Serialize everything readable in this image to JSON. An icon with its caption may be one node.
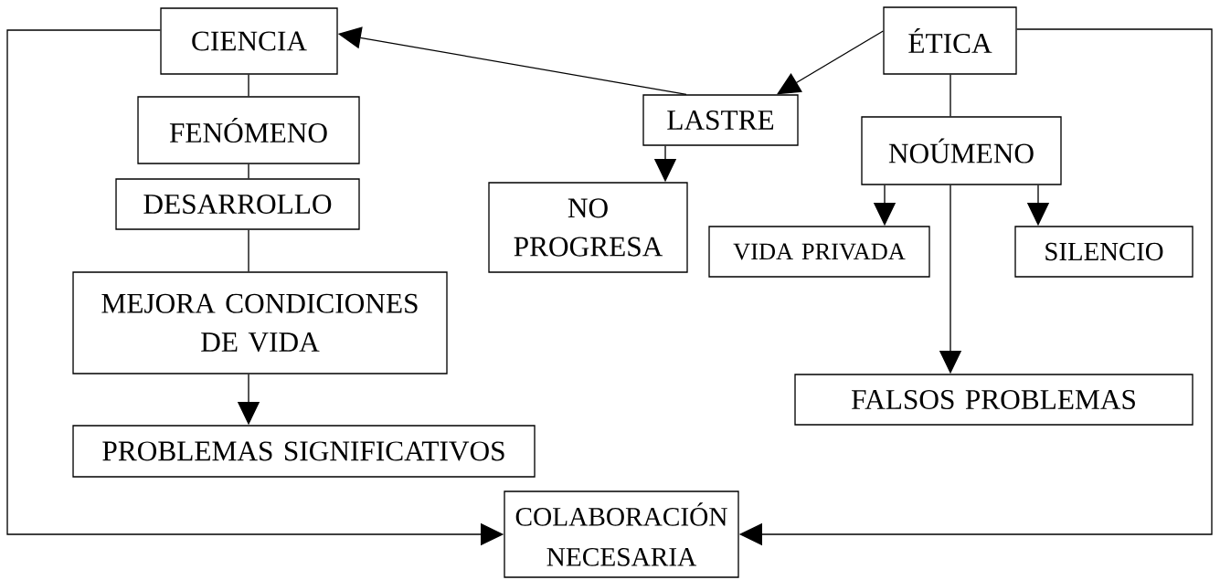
{
  "diagram": {
    "nodes": [
      {
        "text": [
          "CIENCIA"
        ]
      },
      {
        "text": [
          "ÉTICA"
        ]
      },
      {
        "text": [
          "FENÓMENO"
        ]
      },
      {
        "text": [
          "LASTRE"
        ]
      },
      {
        "text": [
          "NOÚMENO"
        ]
      },
      {
        "text": [
          "DESARROLLO"
        ]
      },
      {
        "text": [
          "NO PROGRESA"
        ]
      },
      {
        "text": [
          "VIDA PRIVADA"
        ]
      },
      {
        "text": [
          "SILENCIO"
        ]
      },
      {
        "text": [
          "MEJORA CONDICIONES DE VIDA"
        ]
      },
      {
        "text": [
          "FALSOS PROBLEMAS"
        ]
      },
      {
        "text": [
          "PROBLEMAS SIGNIFICATIVOS"
        ]
      },
      {
        "text": [
          "COLABORACIÓN NECESARIA"
        ]
      }
    ],
    "edges": [
      {
        "from": 0,
        "to": 2,
        "arrow": "none"
      },
      {
        "from": 2,
        "to": 5,
        "arrow": "none"
      },
      {
        "from": 5,
        "to": 9,
        "arrow": "none"
      },
      {
        "from": 9,
        "to": 11,
        "arrow": "to"
      },
      {
        "from": 3,
        "to": 0,
        "arrow": "to"
      },
      {
        "from": 1,
        "to": 3,
        "arrow": "to"
      },
      {
        "from": 1,
        "to": 4,
        "arrow": "none"
      },
      {
        "from": 3,
        "to": 6,
        "arrow": "to"
      },
      {
        "from": 4,
        "to": 7,
        "arrow": "to"
      },
      {
        "from": 4,
        "to": 8,
        "arrow": "to"
      },
      {
        "from": 4,
        "to": 10,
        "arrow": "to"
      },
      {
        "from": 0,
        "to": 12,
        "arrow": "to"
      },
      {
        "from": 1,
        "to": 12,
        "arrow": "to"
      }
    ]
  }
}
